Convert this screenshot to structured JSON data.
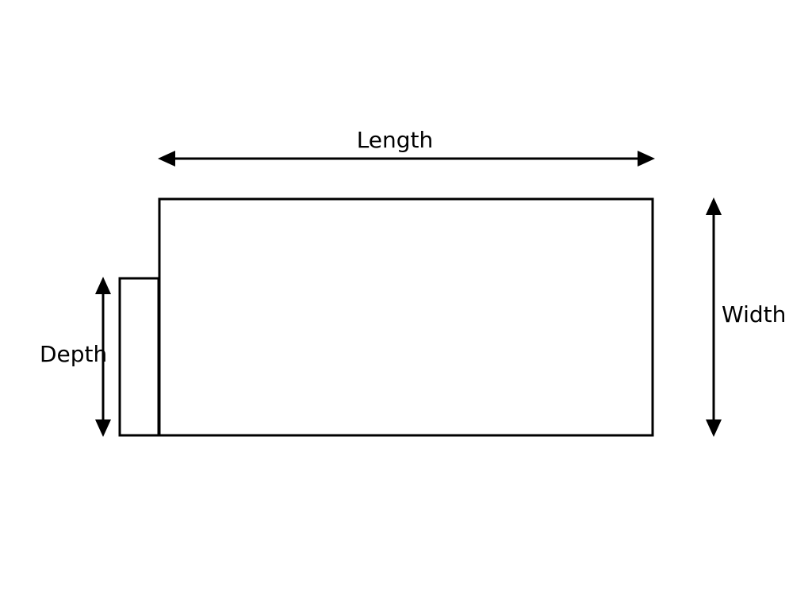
{
  "labels": {
    "length": "Length",
    "width": "Width",
    "depth": "Depth"
  },
  "colors": {
    "line": "#000000",
    "background": "#ffffff"
  }
}
